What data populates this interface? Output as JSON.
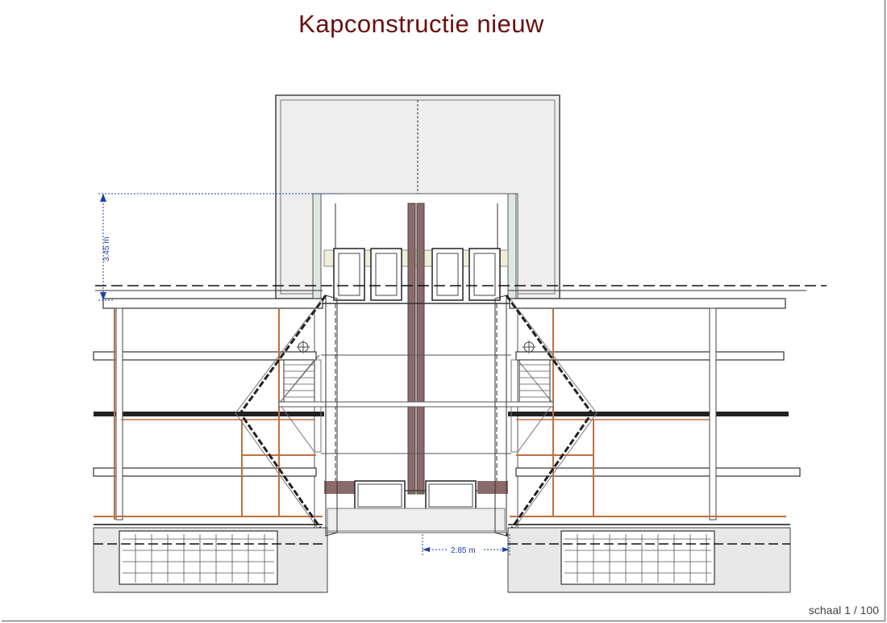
{
  "title": "Kapconstructie   nieuw",
  "scale_label": "schaal  1 / 100",
  "dimensions": {
    "height": "3.45 m",
    "width": "2.85 m"
  },
  "colors": {
    "title": "#6b0f0f",
    "dimension": "#1f3fa8",
    "brick": "#c0703f",
    "chimney": "#8a6a6a",
    "roof_fill": "#efefef"
  }
}
